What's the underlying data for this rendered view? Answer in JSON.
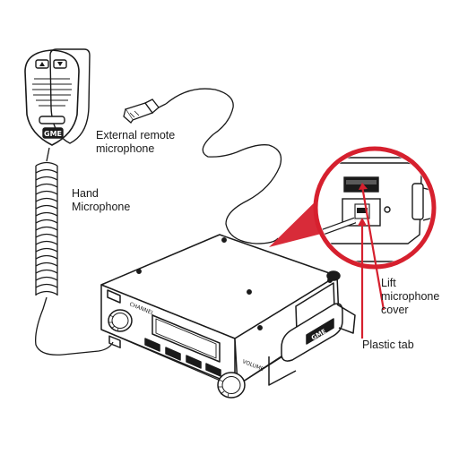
{
  "labels": {
    "external_mic": [
      "External remote",
      "microphone"
    ],
    "hand_mic": [
      "Hand",
      "Microphone"
    ],
    "lift_cover": [
      "Lift",
      "microphone",
      "cover"
    ],
    "plastic_tab": "Plastic tab"
  },
  "device": {
    "brand": "GME",
    "mic_brand": "GME",
    "channel_knob": "CHANNEL",
    "volume_knob": "VOLUME"
  },
  "colors": {
    "line": "#1a1a1a",
    "accent": "#d6202e",
    "highlight_fill": "#c9cbcd"
  }
}
